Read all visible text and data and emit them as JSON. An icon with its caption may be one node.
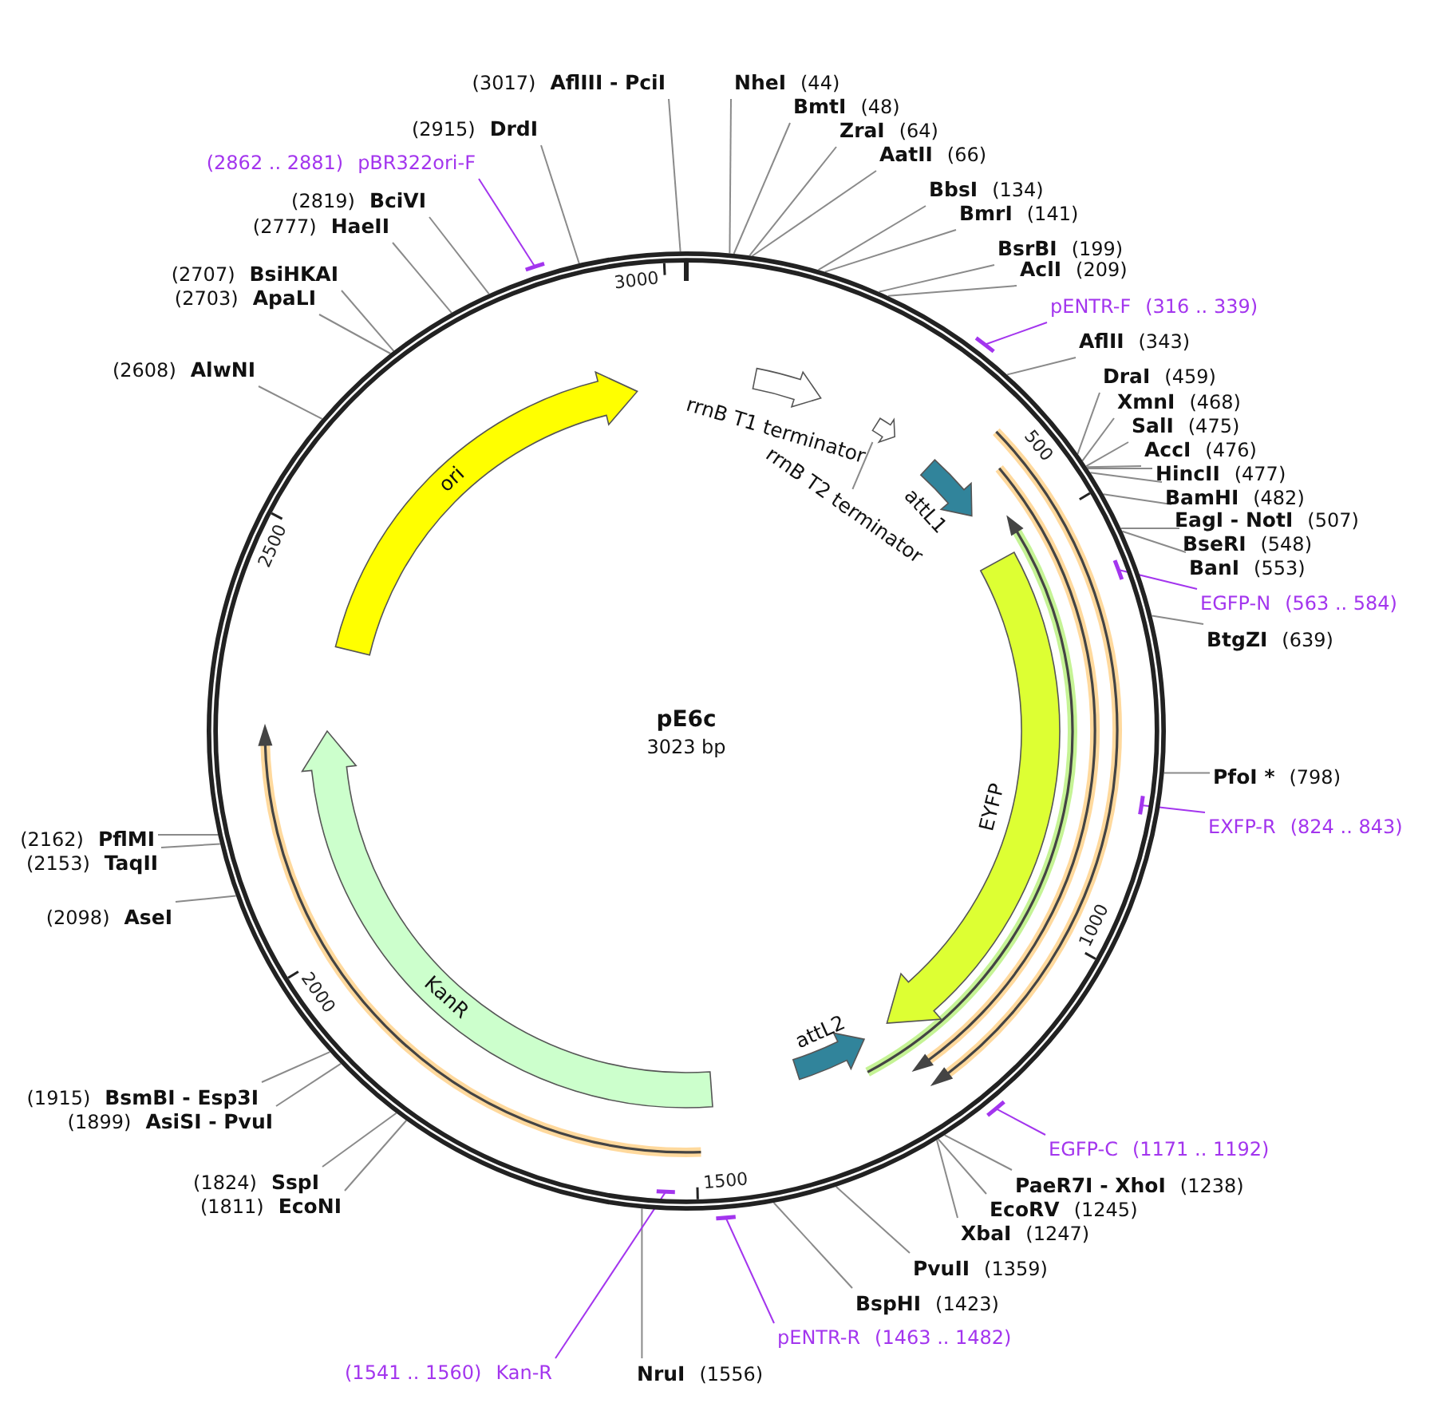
{
  "diagram": {
    "title": "pE6c",
    "nodes": [
      {
        "text": [
          "ori"
        ]
      },
      {
        "text": [
          "rrnB T1 terminator"
        ]
      },
      {
        "text": [],
        "shape": "arrow"
      },
      {
        "text": [
          "rrnB T2 terminator"
        ]
      },
      {
        "text": [
          "attL1"
        ]
      },
      {
        "text": [
          "EYFP"
        ]
      },
      {
        "text": [
          "attL2"
        ]
      },
      {
        "text": [
          "KanR"
        ]
      },
      {
        "text": [
          "NheI",
          "(44)"
        ]
      },
      {
        "text": [
          "BmtI",
          "(48)"
        ]
      },
      {
        "text": [
          "ZraI",
          "(64)"
        ]
      },
      {
        "text": [
          "AatII",
          "(66)"
        ]
      },
      {
        "text": [
          "BbsI",
          "(134)"
        ]
      },
      {
        "text": [
          "BmrI",
          "(141)"
        ]
      },
      {
        "text": [
          "BsrBI",
          "(199)"
        ]
      },
      {
        "text": [
          "AclI",
          "(209)"
        ]
      },
      {
        "text": [
          "pENTR-F",
          "(316 .. 339)"
        ]
      },
      {
        "text": [],
        "shape": "bar"
      },
      {
        "text": [
          "AflII",
          "(343)"
        ]
      },
      {
        "text": [
          "DraI",
          "(459)"
        ]
      },
      {
        "text": [
          "XmnI",
          "(468)"
        ]
      },
      {
        "text": [
          "SalI",
          "(475)"
        ]
      },
      {
        "text": [
          "AccI",
          "(476)"
        ]
      },
      {
        "text": [
          "HincII",
          "(477)"
        ]
      },
      {
        "text": [
          "BamHI",
          "(482)"
        ]
      },
      {
        "text": [
          "EagI - NotI",
          "(507)"
        ]
      },
      {
        "text": [
          "BseRI",
          "(548)"
        ]
      },
      {
        "text": [
          "BanI",
          "(553)"
        ]
      },
      {
        "text": [
          "EGFP-N",
          "(563 .. 584)"
        ]
      },
      {
        "text": [],
        "shape": "bar"
      },
      {
        "text": [
          "BtgZI",
          "(639)"
        ]
      },
      {
        "text": [
          "PfoI *",
          "(798)"
        ]
      },
      {
        "text": [
          "EXFP-R",
          "(824 .. 843)"
        ]
      },
      {
        "text": [],
        "shape": "bar"
      },
      {
        "text": [
          "EGFP-C",
          "(1171 .. 1192)"
        ]
      },
      {
        "text": [],
        "shape": "bar"
      },
      {
        "text": [
          "PaeR7I - XhoI",
          "(1238)"
        ]
      },
      {
        "text": [
          "EcoRV",
          "(1245)"
        ]
      },
      {
        "text": [
          "XbaI",
          "(1247)"
        ]
      },
      {
        "text": [
          "PvuII",
          "(1359)"
        ]
      },
      {
        "text": [
          "BspHI",
          "(1423)"
        ]
      },
      {
        "text": [
          "pENTR-R",
          "(1463 .. 1482)"
        ]
      },
      {
        "text": [],
        "shape": "bar"
      },
      {
        "text": [
          "NruI",
          "(1556)"
        ]
      },
      {
        "text": [
          "(1541 .. 1560)",
          "Kan-R"
        ]
      },
      {
        "text": [],
        "shape": "bar"
      },
      {
        "text": [
          "(1811)",
          "EcoNI"
        ]
      },
      {
        "text": [
          "(1824)",
          "SspI"
        ]
      },
      {
        "text": [
          "(1899)",
          "AsiSI - PvuI"
        ]
      },
      {
        "text": [
          "(1915)",
          "BsmBI - Esp3I"
        ]
      },
      {
        "text": [
          "(2098)",
          "AseI"
        ]
      },
      {
        "text": [
          "(2153)",
          "TaqII"
        ]
      },
      {
        "text": [
          "(2162)",
          "PflMI"
        ]
      },
      {
        "text": [
          "(2608)",
          "AlwNI"
        ]
      },
      {
        "text": [
          "(2703)",
          "ApaLI"
        ]
      },
      {
        "text": [
          "(2707)",
          "BsiHKAI"
        ]
      },
      {
        "text": [
          "(2777)",
          "HaeII"
        ]
      },
      {
        "text": [
          "(2819)",
          "BciVI"
        ]
      },
      {
        "text": [
          "(2862 .. 2881)",
          "pBR322ori-F"
        ]
      },
      {
        "text": [],
        "shape": "bar"
      },
      {
        "text": [
          "(2915)",
          "DrdI"
        ]
      },
      {
        "text": [
          "(3017)",
          "AflIII - PciI"
        ]
      }
    ],
    "edges": [
      {
        "from": 3,
        "to": 2,
        "arrow": "none"
      },
      {
        "from": 8,
        "to": null,
        "arrow": "none"
      },
      {
        "from": 9,
        "to": null,
        "arrow": "none"
      },
      {
        "from": 10,
        "to": null,
        "arrow": "none"
      },
      {
        "from": 11,
        "to": null,
        "arrow": "none"
      },
      {
        "from": 12,
        "to": null,
        "arrow": "none"
      },
      {
        "from": 13,
        "to": null,
        "arrow": "none"
      },
      {
        "from": 14,
        "to": null,
        "arrow": "none"
      },
      {
        "from": 15,
        "to": null,
        "arrow": "none"
      },
      {
        "from": 16,
        "to": 17,
        "arrow": "none",
        "color": "#a335ee"
      },
      {
        "from": 18,
        "to": null,
        "arrow": "none"
      },
      {
        "from": 19,
        "to": null,
        "arrow": "none"
      },
      {
        "from": 20,
        "to": null,
        "arrow": "none"
      },
      {
        "from": 21,
        "to": null,
        "arrow": "none"
      },
      {
        "from": 22,
        "to": null,
        "arrow": "none"
      },
      {
        "from": 23,
        "to": null,
        "arrow": "none"
      },
      {
        "from": 24,
        "to": null,
        "arrow": "none"
      },
      {
        "from": 25,
        "to": null,
        "arrow": "none"
      },
      {
        "from": 26,
        "to": null,
        "arrow": "none"
      },
      {
        "from": 27,
        "to": null,
        "arrow": "none"
      },
      {
        "from": 28,
        "to": 29,
        "arrow": "none",
        "color": "#a335ee"
      },
      {
        "from": 30,
        "to": null,
        "arrow": "none"
      },
      {
        "from": 31,
        "to": null,
        "arrow": "none"
      },
      {
        "from": 32,
        "to": 33,
        "arrow": "none",
        "color": "#a335ee"
      },
      {
        "from": 34,
        "to": 35,
        "arrow": "none",
        "color": "#a335ee"
      },
      {
        "from": 36,
        "to": null,
        "arrow": "none"
      },
      {
        "from": 37,
        "to": null,
        "arrow": "none"
      },
      {
        "from": 38,
        "to": null,
        "arrow": "none"
      },
      {
        "from": 39,
        "to": null,
        "arrow": "none"
      },
      {
        "from": 40,
        "to": null,
        "arrow": "none"
      },
      {
        "from": 41,
        "to": 42,
        "arrow": "none",
        "color": "#a335ee"
      },
      {
        "from": 43,
        "to": null,
        "arrow": "none"
      },
      {
        "from": 44,
        "to": 45,
        "arrow": "none",
        "color": "#a335ee"
      },
      {
        "from": 46,
        "to": null,
        "arrow": "none"
      },
      {
        "from": 47,
        "to": null,
        "arrow": "none"
      },
      {
        "from": 48,
        "to": null,
        "arrow": "none"
      },
      {
        "from": 49,
        "to": null,
        "arrow": "none"
      },
      {
        "from": 50,
        "to": null,
        "arrow": "none"
      },
      {
        "from": 51,
        "to": null,
        "arrow": "none"
      },
      {
        "from": 52,
        "to": null,
        "arrow": "none"
      },
      {
        "from": 53,
        "to": null,
        "arrow": "none"
      },
      {
        "from": 54,
        "to": null,
        "arrow": "none"
      },
      {
        "from": 55,
        "to": null,
        "arrow": "none"
      },
      {
        "from": 56,
        "to": null,
        "arrow": "none"
      },
      {
        "from": 57,
        "to": null,
        "arrow": "none"
      },
      {
        "from": 58,
        "to": 59,
        "arrow": "none",
        "color": "#a335ee"
      },
      {
        "from": 60,
        "to": null,
        "arrow": "none"
      },
      {
        "from": 61,
        "to": null,
        "arrow": "none"
      }
    ],
    "labels": [
      "3023 bp",
      "3000",
      "500",
      "1000",
      "1500",
      "2000",
      "2500"
    ]
  }
}
